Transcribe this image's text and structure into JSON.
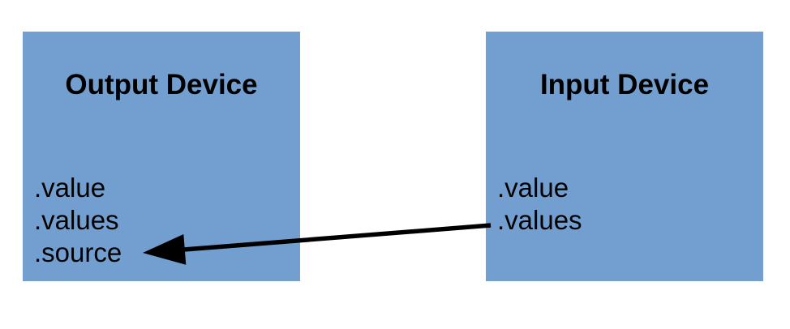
{
  "diagram": {
    "boxes": [
      {
        "title": "Output Device",
        "properties": [
          ".value",
          ".values",
          ".source"
        ]
      },
      {
        "title": "Input Device",
        "properties": [
          ".value",
          ".values"
        ]
      }
    ],
    "arrow": {
      "from": "Input Device .values",
      "to": "Output Device .source",
      "direction": "right-to-left"
    },
    "colors": {
      "box_fill": "#729FCF",
      "text": "#000000",
      "arrow": "#000000",
      "background": "#FFFFFF"
    }
  }
}
